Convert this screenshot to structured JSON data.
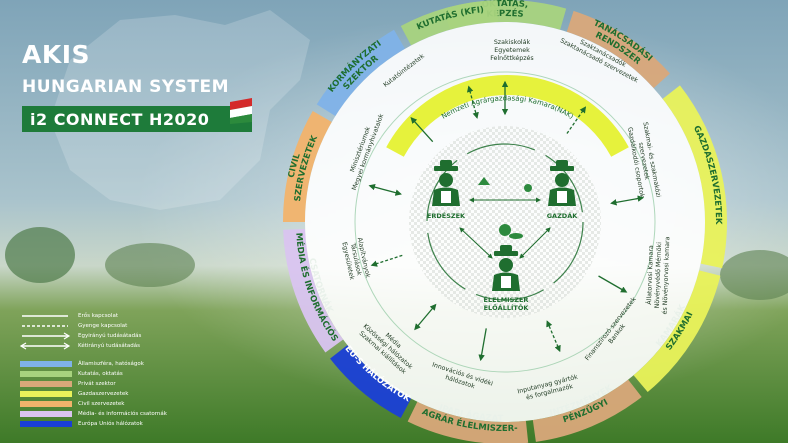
{
  "title": {
    "line1": "AKIS",
    "line2": "HUNGARIAN SYSTEM",
    "line3": "i2 CONNECT H2020"
  },
  "ring_segments": [
    {
      "label": "OKTATÁS,\nKÉPZÉS",
      "color": "#a8d37e"
    },
    {
      "label": "TANÁCSADÁSI\nRENDSZER",
      "color": "#d9a87a"
    },
    {
      "label": "GAZDASZERVEZETEK",
      "color": "#e9f25a"
    },
    {
      "label": "SZAKMAI\nKAMARÁK",
      "color": "#e9f25a"
    },
    {
      "label": "PÉNZÜGYI\nINTÉZMÉNYEK",
      "color": "#d9a87a"
    },
    {
      "label": "AGRÁR ÉLELMISZER-\nIPARI ÁGAZAT",
      "color": "#d9a87a"
    },
    {
      "label": "EU-S HÁLÓZATOK",
      "color": "#1a3fd6"
    },
    {
      "label": "MÉDIA ÉS INFORMÁCIÓS\nCSATORNÁK",
      "color": "#d9c4f0"
    },
    {
      "label": "CIVIL\nSZERVEZETEK",
      "color": "#f2b36b"
    },
    {
      "label": "KORMÁNYZATI\nSZEKTOR",
      "color": "#7fb2e8"
    },
    {
      "label": "KUTATÁS (KFI)",
      "color": "#a8d37e"
    }
  ],
  "inner_labels": {
    "oktatas": [
      "Szakiskolák",
      "Egyetemek",
      "Felnőttképzés"
    ],
    "tanacsadas": [
      "Szaktanácsadók",
      "Szaktanácsadó szervezetek"
    ],
    "gazdaszervezetek": [
      "Szakmai- és szakmaközi",
      "szervezetek",
      "Gazdálkodói csoportok"
    ],
    "kamarak": [
      "Állatorvosi Kamara",
      "Növényvédő Mérnöki",
      "és Növényorvosi kamara"
    ],
    "penzugy": [
      "Finanszírozó szervezetek",
      "Bankok"
    ],
    "agrar": [
      "Inputanyag gyártók",
      "és forgalmazók"
    ],
    "eu": [
      "Innovációs és vidéki",
      "hálózatok"
    ],
    "media": [
      "Média",
      "Közösségi hálózatok",
      "Szakmai kiállítások"
    ],
    "civil": [
      "Alapítványok",
      "Társulások",
      "Egyesületek"
    ],
    "kormany": [
      "Minisztériumok",
      "Megyei kormányhivatalok"
    ],
    "kutatas": [
      "Kutatóintézetek"
    ]
  },
  "nak_label": "Nemzeti Agrárgazdasági Kamara(NAK)",
  "actors": {
    "erdeszek": "ERDÉSZEK",
    "gazdak": "GAZDÁK",
    "elelmiszer": "ÉLELMISZER\nELŐÁLLÍTÓK"
  },
  "legend": [
    {
      "label": "Erős kapcsolat",
      "kind": "line-solid"
    },
    {
      "label": "Gyenge kapcsolat",
      "kind": "line-dash"
    },
    {
      "label": "Egyirányú tudásátadás",
      "kind": "line-arrow1"
    },
    {
      "label": "Kétirányú tudásátadás",
      "kind": "line-arrow2"
    },
    {
      "label": "Államiszféra, hatóságok",
      "kind": "swatch",
      "color": "#7fb2e8"
    },
    {
      "label": "Kutatás, oktatás",
      "kind": "swatch",
      "color": "#a8d37e"
    },
    {
      "label": "Privát szektor",
      "kind": "swatch",
      "color": "#d9a87a"
    },
    {
      "label": "Gazdaszervezetek",
      "kind": "swatch",
      "color": "#e9f25a"
    },
    {
      "label": "Civil szervezetek",
      "kind": "swatch",
      "color": "#f2b36b"
    },
    {
      "label": "Média- és információs csatornák",
      "kind": "swatch",
      "color": "#d9c4f0"
    },
    {
      "label": "Európa Uniós hálózatok",
      "kind": "swatch",
      "color": "#1a3fd6"
    }
  ]
}
